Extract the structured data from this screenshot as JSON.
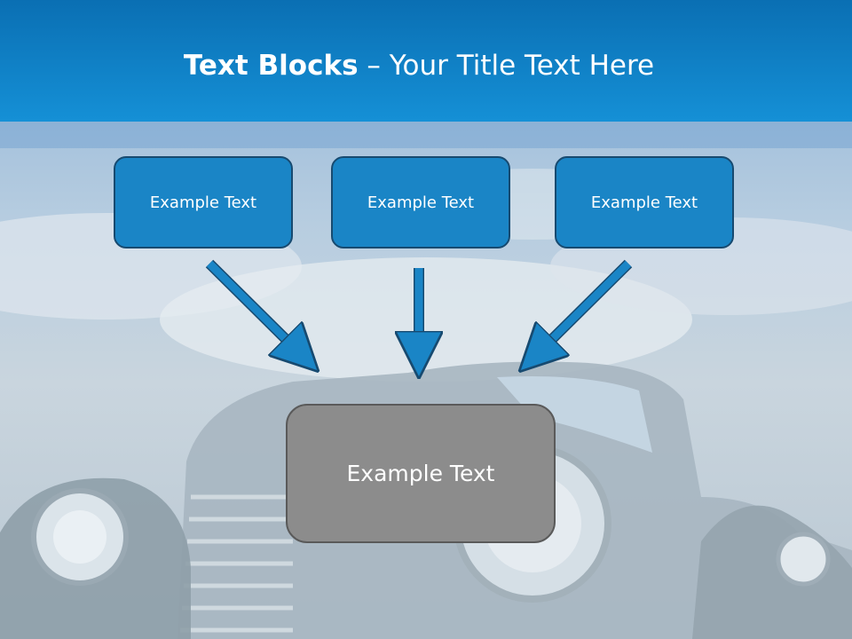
{
  "slide": {
    "title_bold": "Text Blocks",
    "title_separator": " – ",
    "title_rest": "Your Title Text Here"
  },
  "blocks": [
    {
      "label": "Example Text"
    },
    {
      "label": "Example Text"
    },
    {
      "label": "Example Text"
    }
  ],
  "center_block": {
    "label": "Example Text"
  },
  "colors": {
    "header_blue": "#1590d6",
    "block_blue": "#1a85c6",
    "block_border": "#174a70",
    "center_gray": "#8c8c8c",
    "arrow_blue": "#1a85c6"
  }
}
